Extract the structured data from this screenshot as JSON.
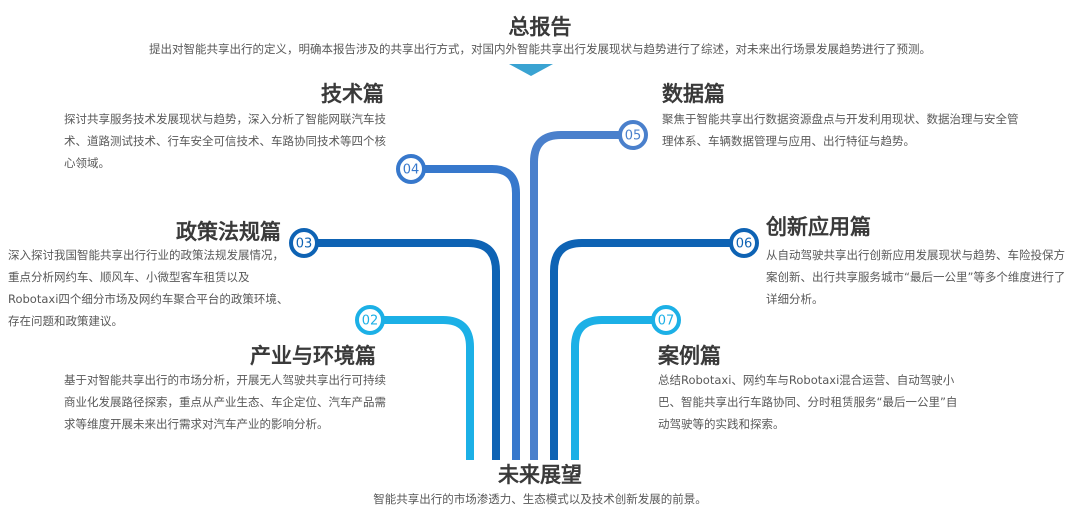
{
  "top": {
    "title": "总报告",
    "desc": "提出对智能共享出行的定义，明确本报告涉及的共享出行方式，对国内外智能共享出行发展现状与趋势进行了综述，对未来出行场景发展趋势进行了预测。"
  },
  "bottom": {
    "title": "未来展望",
    "desc": "智能共享出行的市场渗透力、生态模式以及技术创新发展的前景。"
  },
  "sections": {
    "s02": {
      "num": "02",
      "title": "产业与环境篇",
      "desc": "基于对智能共享出行的市场分析，开展无人驾驶共享出行可持续商业化发展路径探索，重点从产业生态、车企定位、汽车产品需求等维度开展未来出行需求对汽车产业的影响分析。",
      "color": "#1cb0e6"
    },
    "s03": {
      "num": "03",
      "title": "政策法规篇",
      "desc": "深入探讨我国智能共享出行行业的政策法规发展情况，重点分析网约车、顺风车、小微型客车租赁以及Robotaxi四个细分市场及网约车聚合平台的政策环境、存在问题和政策建议。",
      "color": "#0e63b4"
    },
    "s04": {
      "num": "04",
      "title": "技术篇",
      "desc": "探讨共享服务技术发展现状与趋势，深入分析了智能网联汽车技术、道路测试技术、行车安全可信技术、车路协同技术等四个核心领域。",
      "color": "#3778cc"
    },
    "s05": {
      "num": "05",
      "title": "数据篇",
      "desc": "聚焦于智能共享出行数据资源盘点与开发利用现状、数据治理与安全管理体系、车辆数据管理与应用、出行特征与趋势。",
      "color": "#4a80cc"
    },
    "s06": {
      "num": "06",
      "title": "创新应用篇",
      "desc": "从自动驾驶共享出行创新应用发展现状与趋势、车险投保方案创新、出行共享服务城市“最后一公里”等多个维度进行了详细分析。",
      "color": "#0e63b4"
    },
    "s07": {
      "num": "07",
      "title": "案例篇",
      "desc": "总结Robotaxi、网约车与Robotaxi混合运营、自动驾驶小巴、智能共享出行车路协同、分时租赁服务“最后一公里”自动驾驶等的实践和探索。",
      "color": "#1cb0e6"
    }
  },
  "colors": {
    "arrow": "#3aa3d2",
    "title": "#3a3a3a",
    "text": "#595959"
  }
}
